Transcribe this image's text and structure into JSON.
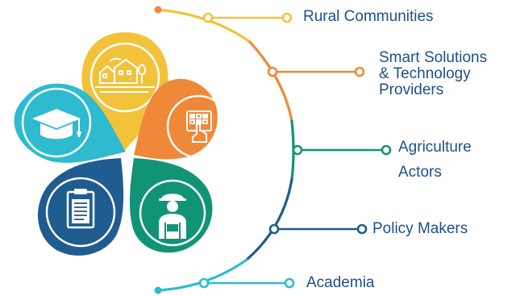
{
  "stakeholders": [
    {
      "id": "rural",
      "label_lines": [
        "Rural Communities"
      ],
      "color": "#f2c23a",
      "icon": "village-icon"
    },
    {
      "id": "smart",
      "label_lines": [
        "Smart Solutions",
        "& Technology",
        "Providers"
      ],
      "color": "#f0883a",
      "icon": "tablet-touch-icon"
    },
    {
      "id": "agri",
      "label_lines": [
        "Agriculture",
        "Actors"
      ],
      "color": "#119476",
      "icon": "farmer-icon"
    },
    {
      "id": "policy",
      "label_lines": [
        "Policy Makers"
      ],
      "color": "#1f5c8f",
      "icon": "clipboard-document-icon"
    },
    {
      "id": "academia",
      "label_lines": [
        "Academia"
      ],
      "color": "#2ebbd0",
      "icon": "graduation-cap-icon"
    }
  ],
  "text_color": "#1f4f8a"
}
